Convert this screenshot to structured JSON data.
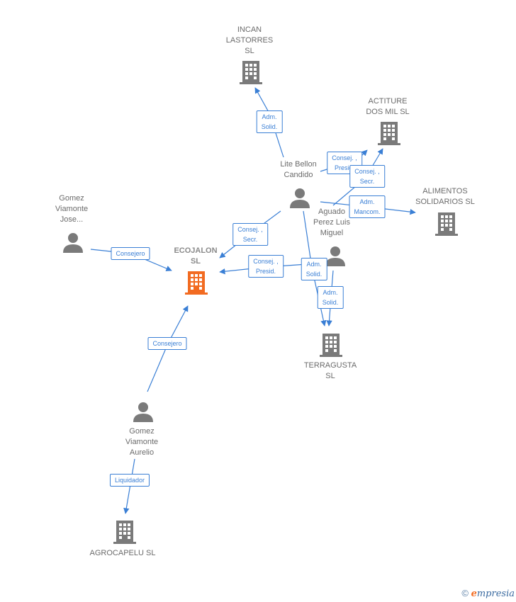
{
  "colors": {
    "edge": "#3a7fd5",
    "building": "#7a7a7a",
    "focus_building": "#f26b21",
    "person": "#7a7a7a"
  },
  "nodes": {
    "incan": {
      "label": "INCAN\nLASTORRES\nSL",
      "icon": "building-icon"
    },
    "actiture": {
      "label": "ACTITURE\nDOS MIL  SL",
      "icon": "building-icon"
    },
    "alimentos": {
      "label": "ALIMENTOS\nSOLIDARIOS SL",
      "icon": "building-icon"
    },
    "ecojalon": {
      "label": "ECOJALON\nSL",
      "icon": "building-icon"
    },
    "terragusta": {
      "label": "TERRAGUSTA\nSL",
      "icon": "building-icon"
    },
    "agrocapelu": {
      "label": "AGROCAPELU SL",
      "icon": "building-icon"
    },
    "lite": {
      "label": "Lite Bellon\nCandido",
      "icon": "person-icon"
    },
    "aguado": {
      "label": "Aguado\nPerez Luis\nMiguel",
      "icon": "person-icon"
    },
    "gomez_jose": {
      "label": "Gomez\nViamonte\nJose...",
      "icon": "person-icon"
    },
    "gomez_aurelio": {
      "label": "Gomez\nViamonte\nAurelio",
      "icon": "person-icon"
    }
  },
  "edges": [
    {
      "id": "e1",
      "label": "Adm.\nSolid."
    },
    {
      "id": "e2",
      "label": "Consej. ,\nPresid."
    },
    {
      "id": "e3",
      "label": "Consej. ,\nSecr."
    },
    {
      "id": "e4",
      "label": "Adm.\nMancom."
    },
    {
      "id": "e5",
      "label": "Consej. ,\nSecr."
    },
    {
      "id": "e6",
      "label": "Consej. ,\nPresid."
    },
    {
      "id": "e7",
      "label": "Adm.\nSolid."
    },
    {
      "id": "e8",
      "label": "Adm.\nSolid."
    },
    {
      "id": "e9",
      "label": "Consejero"
    },
    {
      "id": "e10",
      "label": "Consejero"
    },
    {
      "id": "e11",
      "label": "Liquidador"
    }
  ],
  "footer": {
    "copyright": "©",
    "brand_e": "e",
    "brand_rest": "mpresia"
  }
}
